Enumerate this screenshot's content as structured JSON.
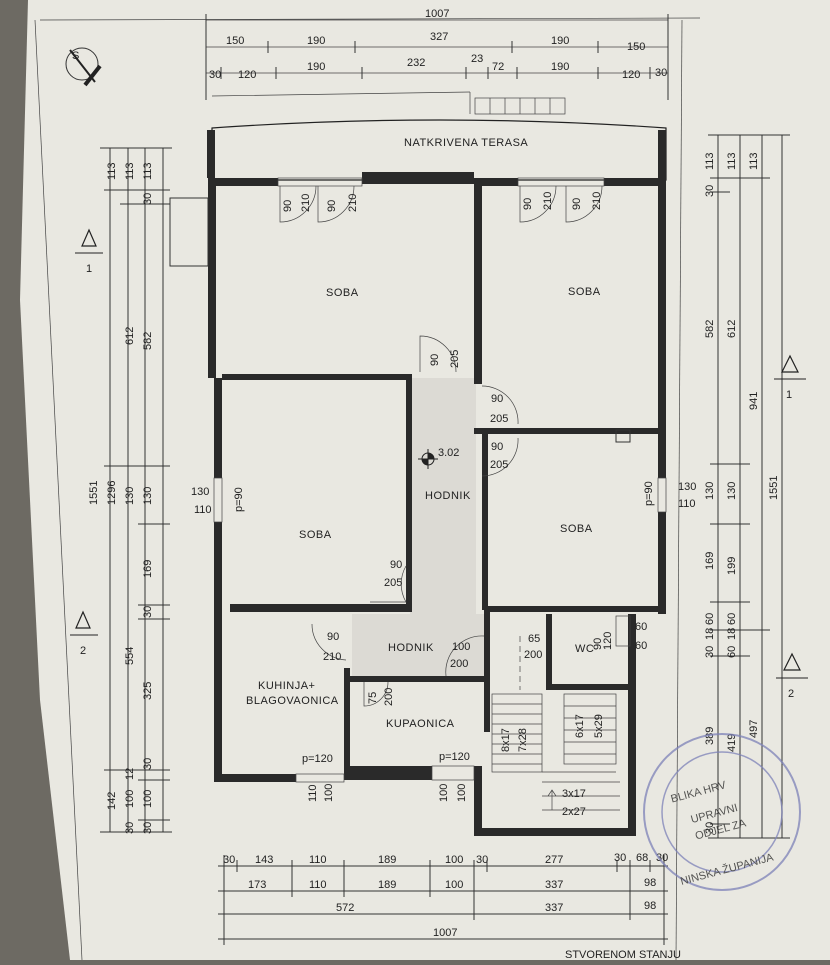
{
  "sheet": {
    "paper_color": "#e9e8e1",
    "ink_color": "#2a2a2a",
    "hall_fill": "#dcdad4",
    "stamp_color": "#7d82b8",
    "background_color": "#6d6a63"
  },
  "north_symbol": {
    "label": "S"
  },
  "dims_top": {
    "total": "1007",
    "row1": [
      "150",
      "190",
      "327",
      "190",
      "150"
    ],
    "row2": [
      "30",
      "120",
      "190",
      "232",
      "23",
      "72",
      "190",
      "120",
      "30"
    ]
  },
  "dims_bottom": {
    "row1": [
      "30",
      "143",
      "110",
      "189",
      "100",
      "30",
      "277",
      "30",
      "68",
      "30"
    ],
    "row2": [
      "173",
      "110",
      "189",
      "100",
      "337",
      "98"
    ],
    "row3": [
      "572",
      "337",
      "98"
    ],
    "total": "1007"
  },
  "dims_left": {
    "outer": "1551",
    "col2": [
      "113",
      "612",
      "554",
      "142"
    ],
    "col3": [
      "113",
      "1296",
      "30"
    ],
    "col4": [
      "113",
      "30",
      "582",
      "130",
      "169",
      "30",
      "325",
      "12",
      "30",
      "100",
      "30"
    ]
  },
  "dims_right": {
    "outer": "1551",
    "col_a": [
      "113",
      "30",
      "582",
      "130",
      "169",
      "60",
      "18",
      "30",
      "389",
      "30"
    ],
    "col_b": [
      "113",
      "612",
      "130",
      "199",
      "60",
      "18",
      "60",
      "419"
    ],
    "col_c": [
      "113",
      "941",
      "497"
    ]
  },
  "section_markers": [
    "1",
    "2",
    "1",
    "2"
  ],
  "rooms": {
    "terrace": "NATKRIVENA TERASA",
    "room_nw": "SOBA",
    "room_ne": "SOBA",
    "room_w": "SOBA",
    "room_e": "SOBA",
    "hall_main": "HODNIK",
    "hall_lower": "HODNIK",
    "kitchen_line1": "KUHINJA+",
    "kitchen_line2": "BLAGOVAONICA",
    "bathroom": "KUPAONICA",
    "wc": "WC"
  },
  "level_mark": "3.02",
  "doors": [
    {
      "w": "90",
      "h": "210"
    },
    {
      "w": "90",
      "h": "210"
    },
    {
      "w": "90",
      "h": "210"
    },
    {
      "w": "90",
      "h": "210"
    },
    {
      "w": "90",
      "h": "205"
    },
    {
      "w": "90",
      "h": "205"
    },
    {
      "w": "90",
      "h": "205"
    },
    {
      "w": "90",
      "h": "205"
    },
    {
      "w": "90",
      "h": "210"
    },
    {
      "w": "100",
      "h": "200"
    },
    {
      "w": "75",
      "h": "200"
    },
    {
      "w": "65",
      "h": "200"
    },
    {
      "w": "90",
      "h": "120"
    }
  ],
  "windows": [
    {
      "w": "130",
      "h": "110",
      "sill": "p=90"
    },
    {
      "w": "130",
      "h": "110",
      "sill": "p=90"
    },
    {
      "w": "110",
      "h": "100",
      "sill": "p=120"
    },
    {
      "w": "100",
      "h": "100",
      "sill": "p=120"
    },
    {
      "w": "60",
      "h": "60"
    }
  ],
  "stairs": {
    "flight1_a": "8x17",
    "flight1_b": "7x28",
    "flight2_a": "6x17",
    "flight2_b": "5x29",
    "flight3_a": "3x17",
    "flight3_b": "2x27"
  },
  "stamp": {
    "top": "BLIKA HRV",
    "mid1": "UPRAVNI",
    "mid2": "ODJEL ZA",
    "bottom": "NINSKA ŽUPANIJA"
  },
  "footer_fragment": "STVORENOM STANJU"
}
